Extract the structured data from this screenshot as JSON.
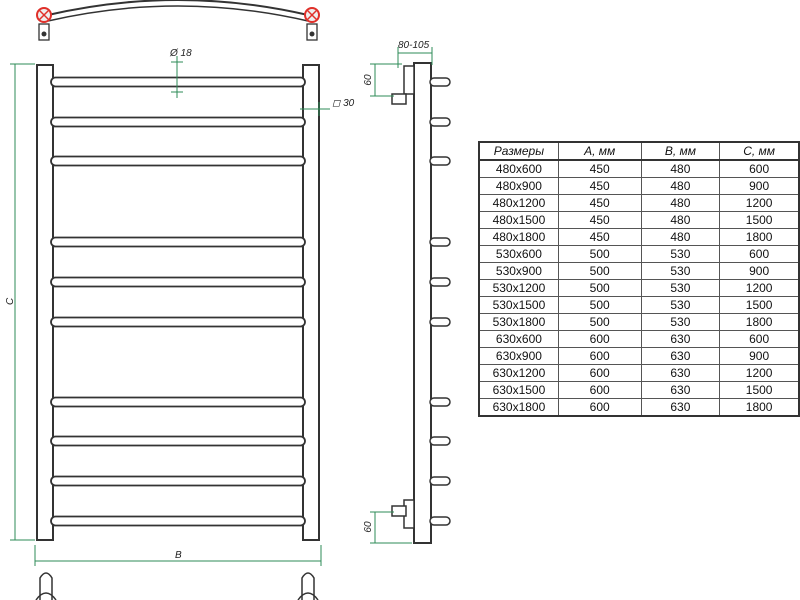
{
  "dimensions": {
    "tube_diameter": "Ø 18",
    "profile_size": "◻ 30",
    "width_label": "B",
    "height_label": "C",
    "depth_range": "80-105",
    "top_offset": "60",
    "bottom_offset": "60"
  },
  "spec_table": {
    "headers": [
      "Размеры",
      "А, мм",
      "В, мм",
      "С, мм"
    ],
    "rows": [
      [
        "480x600",
        "450",
        "480",
        "600"
      ],
      [
        "480x900",
        "450",
        "480",
        "900"
      ],
      [
        "480x1200",
        "450",
        "480",
        "1200"
      ],
      [
        "480x1500",
        "450",
        "480",
        "1500"
      ],
      [
        "480x1800",
        "450",
        "480",
        "1800"
      ],
      [
        "530x600",
        "500",
        "530",
        "600"
      ],
      [
        "530x900",
        "500",
        "530",
        "900"
      ],
      [
        "530x1200",
        "500",
        "530",
        "1200"
      ],
      [
        "530x1500",
        "500",
        "530",
        "1500"
      ],
      [
        "530x1800",
        "500",
        "530",
        "1800"
      ],
      [
        "630x600",
        "600",
        "630",
        "600"
      ],
      [
        "630x900",
        "600",
        "630",
        "900"
      ],
      [
        "630x1200",
        "600",
        "630",
        "1200"
      ],
      [
        "630x1500",
        "600",
        "630",
        "1500"
      ],
      [
        "630x1800",
        "600",
        "630",
        "1800"
      ]
    ]
  },
  "colors": {
    "outline": "#3a3a3a",
    "dimension_line": "#2e8b57",
    "connector_accent": "#e0302a"
  }
}
